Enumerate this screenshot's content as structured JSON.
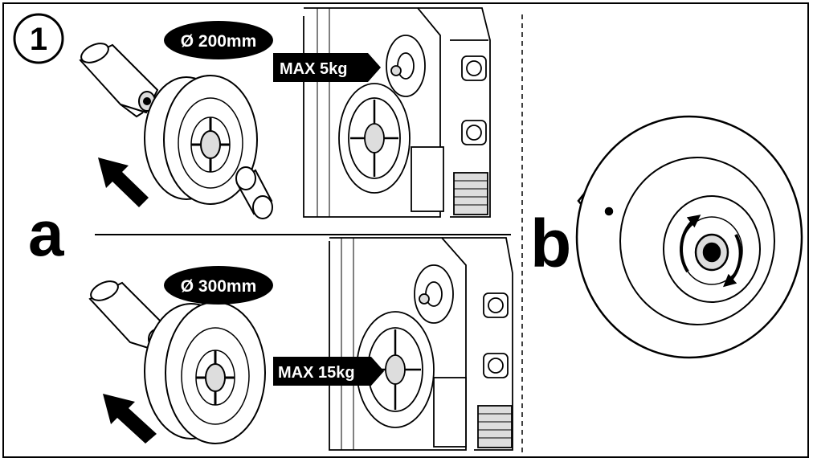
{
  "step_number": "1",
  "label_a": "a",
  "label_b": "b",
  "top": {
    "diameter": "Ø 200mm",
    "max_weight": "MAX 5kg"
  },
  "bottom": {
    "diameter": "Ø 300mm",
    "max_weight": "MAX 15kg"
  },
  "colors": {
    "ink": "#000000",
    "paper": "#ffffff",
    "shade": "#dddddd"
  }
}
